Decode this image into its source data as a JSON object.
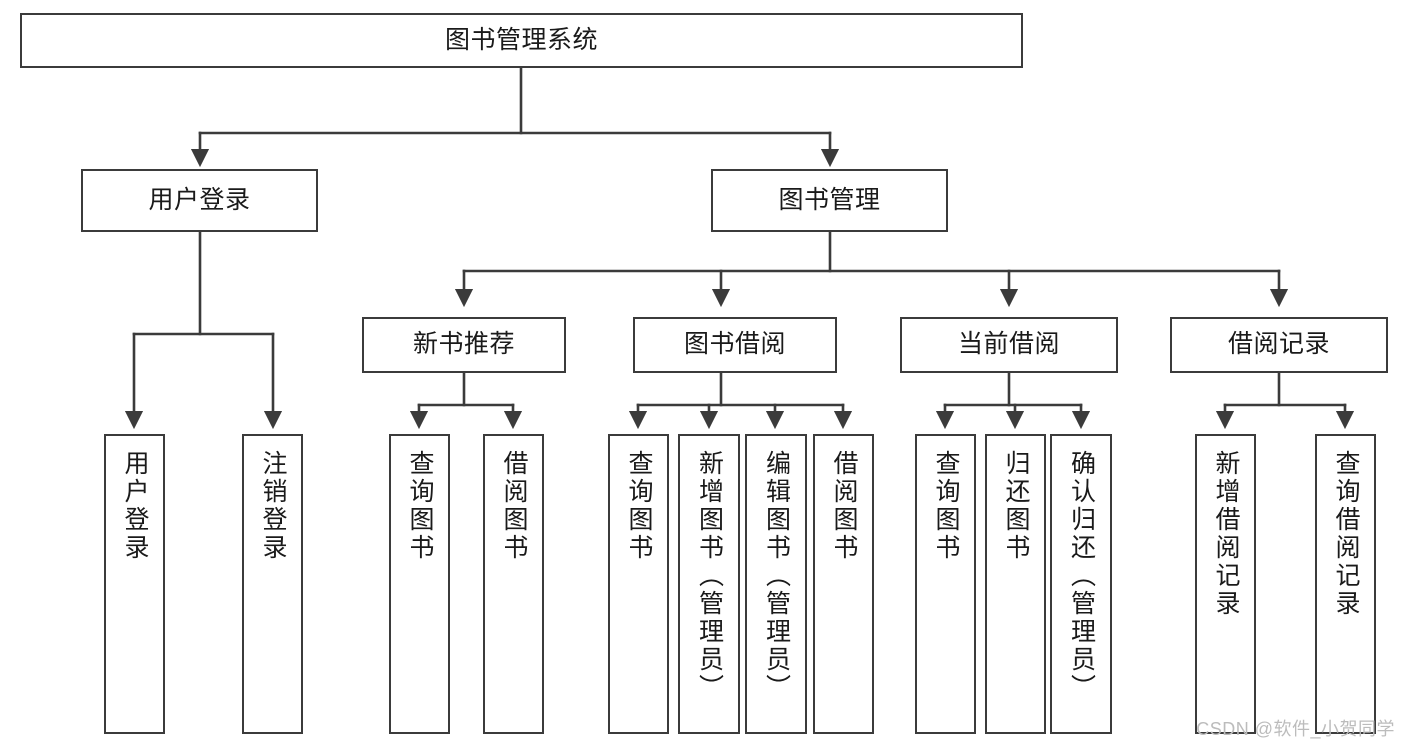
{
  "diagram": {
    "title": "图书管理系统",
    "type": "tree-hierarchy",
    "watermark": "CSDN @软件_小贺同学",
    "colors": {
      "box_border": "#3b3b3b",
      "box_fill": "#ffffff",
      "connector": "#3b3b3b",
      "text": "#1a1a1a",
      "watermark": "#bcbcbc",
      "background": "#ffffff"
    },
    "levels": {
      "root": {
        "label": "图书管理系统"
      },
      "level2": [
        {
          "id": "user-login",
          "label": "用户登录"
        },
        {
          "id": "book-manage",
          "label": "图书管理"
        }
      ],
      "level3": [
        {
          "id": "new-book-rec",
          "label": "新书推荐"
        },
        {
          "id": "book-borrow",
          "label": "图书借阅"
        },
        {
          "id": "current-borrow",
          "label": "当前借阅"
        },
        {
          "id": "borrow-record",
          "label": "借阅记录"
        }
      ],
      "leaves": {
        "user-login": [
          {
            "id": "leaf-user-login",
            "label": "用户登录"
          },
          {
            "id": "leaf-logout",
            "label": "注销登录"
          }
        ],
        "new-book-rec": [
          {
            "id": "leaf-query-book-1",
            "label": "查询图书"
          },
          {
            "id": "leaf-borrow-book-1",
            "label": "借阅图书"
          }
        ],
        "book-borrow": [
          {
            "id": "leaf-query-book-2",
            "label": "查询图书"
          },
          {
            "id": "leaf-add-book",
            "label": "新增图书（管理员）"
          },
          {
            "id": "leaf-edit-book",
            "label": "编辑图书（管理员）"
          },
          {
            "id": "leaf-borrow-book-2",
            "label": "借阅图书"
          }
        ],
        "current-borrow": [
          {
            "id": "leaf-query-book-3",
            "label": "查询图书"
          },
          {
            "id": "leaf-return-book",
            "label": "归还图书"
          },
          {
            "id": "leaf-confirm-return",
            "label": "确认归还（管理员）"
          }
        ],
        "borrow-record": [
          {
            "id": "leaf-add-record",
            "label": "新增借阅记录"
          },
          {
            "id": "leaf-query-record",
            "label": "查询借阅记录"
          }
        ]
      }
    }
  }
}
